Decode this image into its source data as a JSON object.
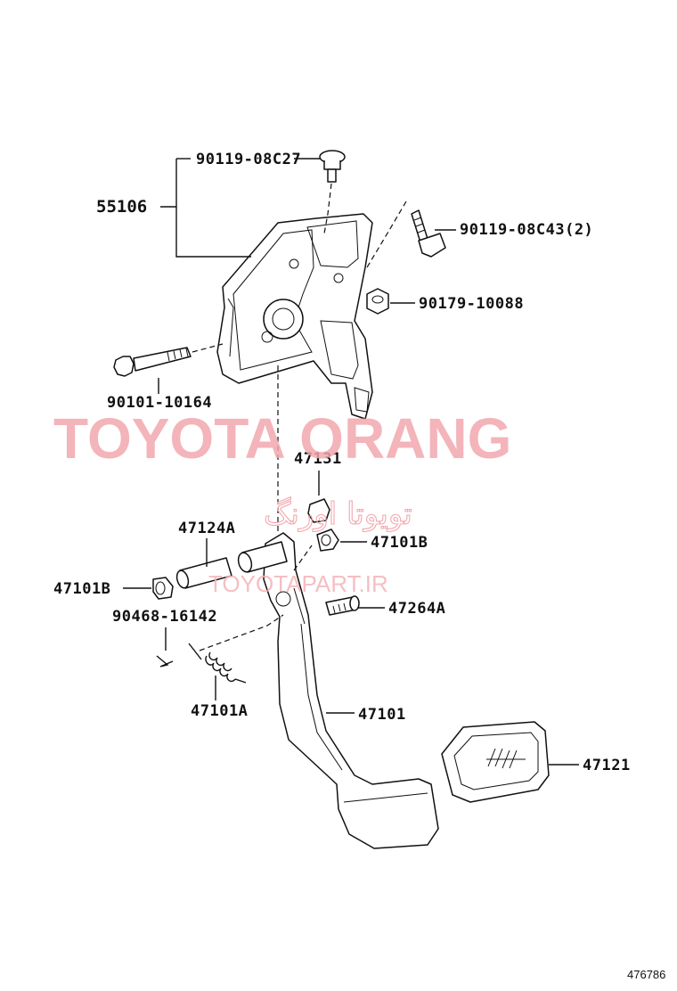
{
  "watermark": {
    "main": "TOYOTA ORANG",
    "persian": "تویوتا اورنگ",
    "url": "TOYOTAPART.IR"
  },
  "labels": {
    "p55106": "55106",
    "p90119_08C27": "90119-08C27",
    "p90119_08C43": "90119-08C43(2)",
    "p90179_10088": "90179-10088",
    "p90101_10164": "90101-10164",
    "p47131": "47131",
    "p47124A": "47124A",
    "p47101B_right": "47101B",
    "p47101B_left": "47101B",
    "p47264A": "47264A",
    "p90468_16142": "90468-16142",
    "p47101A": "47101A",
    "p47101": "47101",
    "p47121": "47121"
  },
  "doc_number": "476786"
}
